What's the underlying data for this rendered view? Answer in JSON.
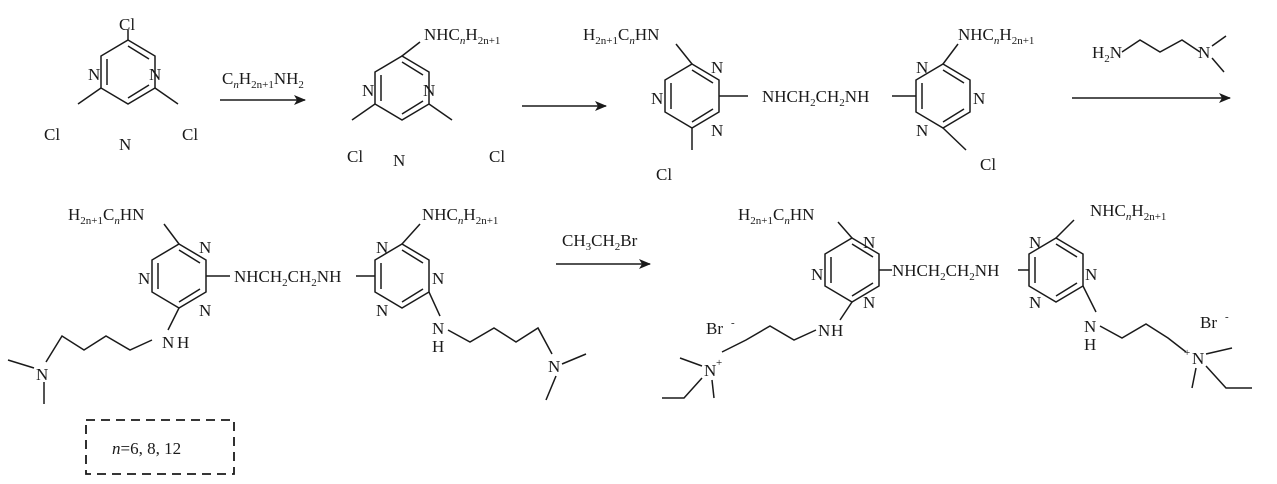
{
  "atoms": {
    "N": "N",
    "Cl": "Cl",
    "H": "H",
    "Br": "Br"
  },
  "labels": {
    "nhcnh_a": "NHC",
    "nhcnh_b": "H",
    "sub_n": "n",
    "sub_2n1": "2n+1",
    "h2n1": "H",
    "c_n": "C",
    "hn": "HN",
    "nh2_prefix": "H",
    "nh2_sub": "2",
    "linker_a": "NHCH",
    "linker_b": "CH",
    "linker_c": "NH",
    "sub_2": "2",
    "minus": "-",
    "plus": "+"
  },
  "reagents": {
    "r1": {
      "c": "C",
      "n": "n",
      "h": "H",
      "sub": "2n+1",
      "nh": "NH",
      "two": "2"
    },
    "r3": {
      "h": "H",
      "two": "2",
      "n_left": "N",
      "n_right": "N"
    },
    "r4": {
      "ch3": "CH",
      "three": "3",
      "ch2": "CH",
      "two": "2",
      "br": "Br"
    }
  },
  "note": {
    "var": "n",
    "text": "=6, 8, 12"
  }
}
